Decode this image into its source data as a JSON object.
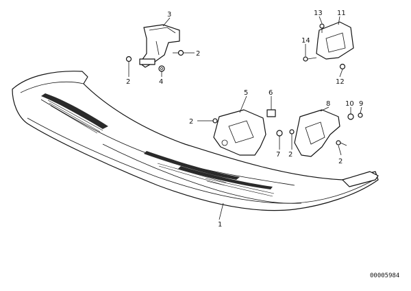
{
  "diagram": {
    "reference_number": "00005984",
    "callouts": {
      "c1": "1",
      "c2a": "2",
      "c2b": "2",
      "c2c": "2",
      "c2d": "2",
      "c2e": "2",
      "c3": "3",
      "c4": "4",
      "c5": "5",
      "c6": "6",
      "c7": "7",
      "c8": "8",
      "c9": "9",
      "c10": "10",
      "c11": "11",
      "c12": "12",
      "c13": "13",
      "c14": "14"
    }
  }
}
